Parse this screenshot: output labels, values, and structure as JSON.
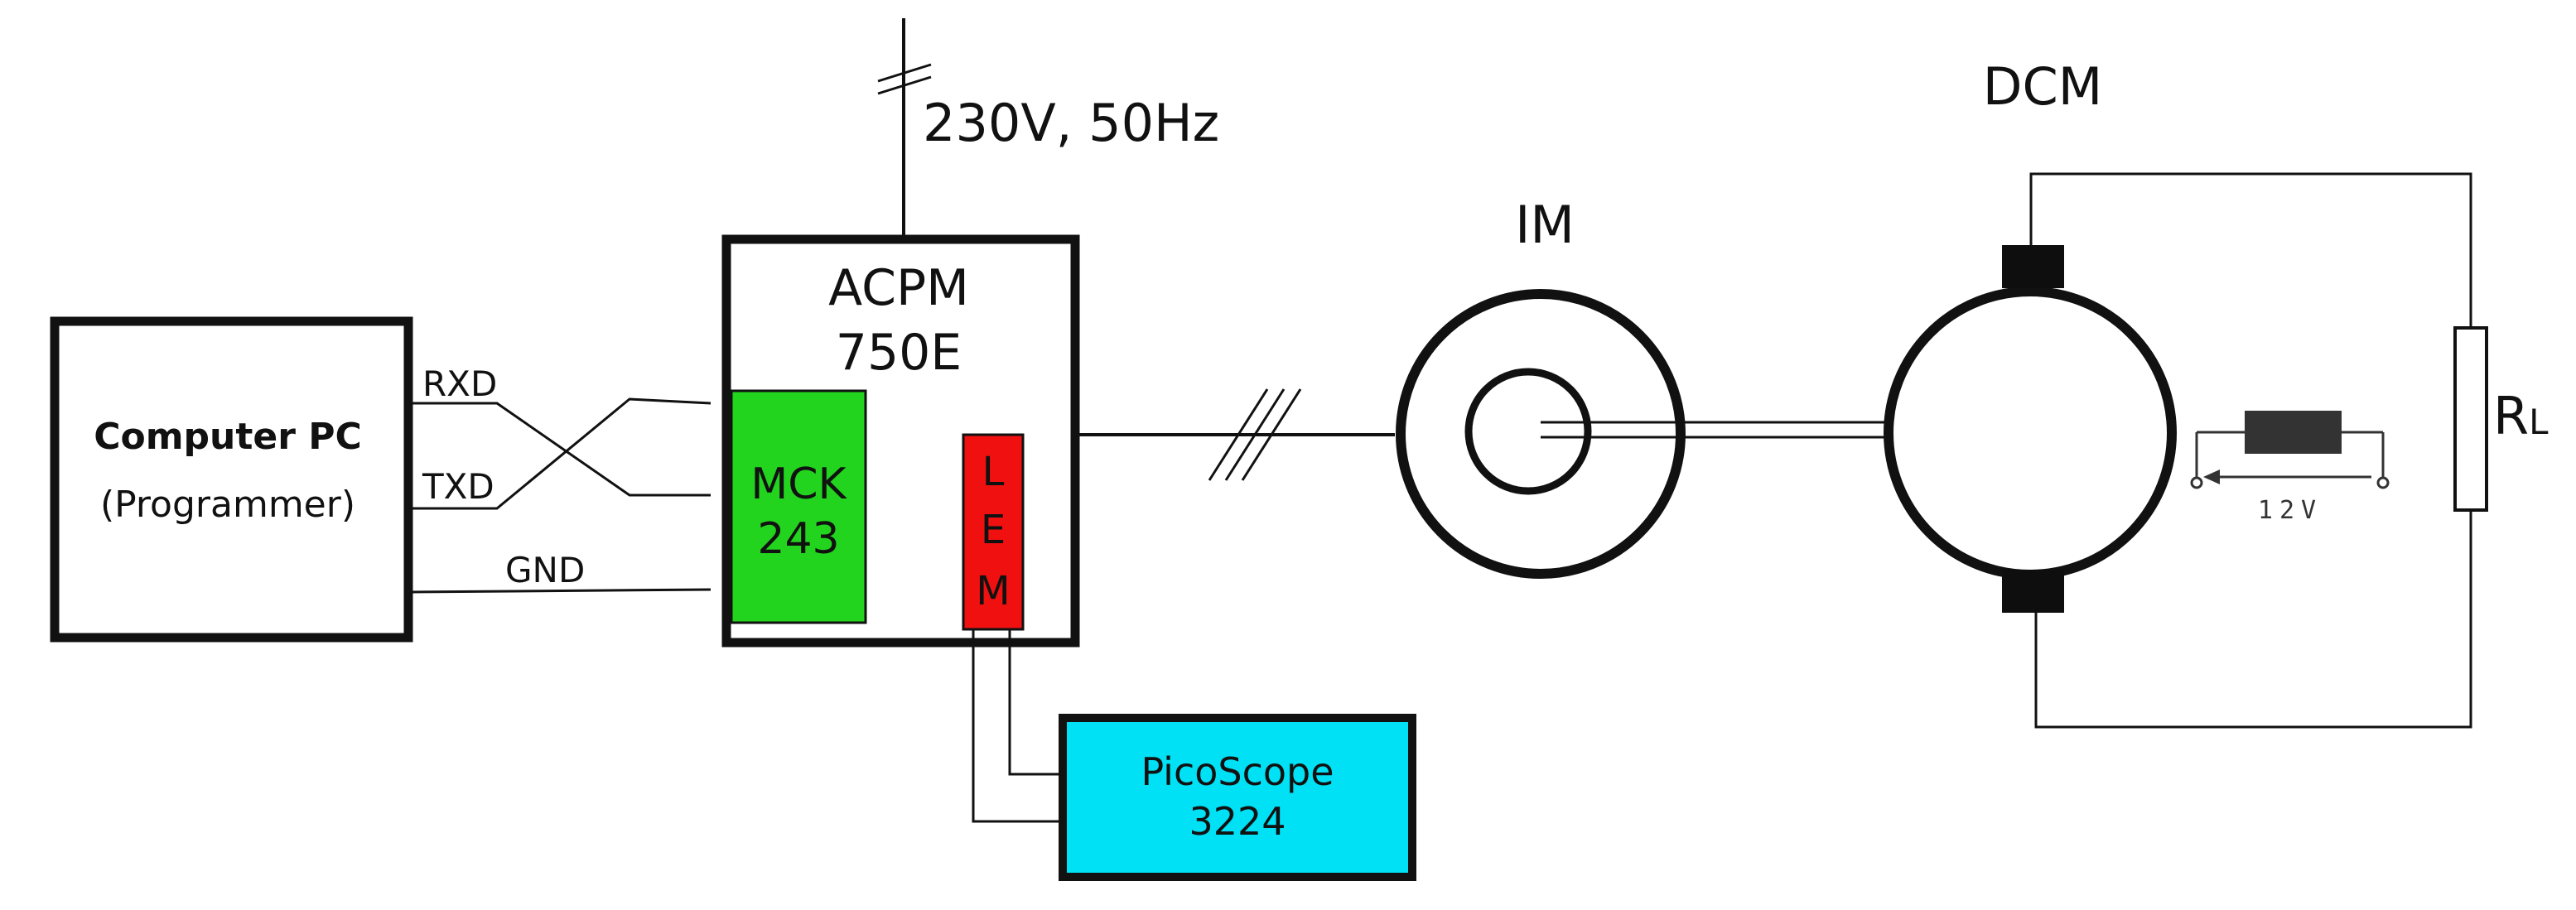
{
  "supply": {
    "label": "230V, 50Hz"
  },
  "computer": {
    "title": "Computer PC",
    "subtitle": "(Programmer)"
  },
  "signals": {
    "rxd": "RXD",
    "txd": "TXD",
    "gnd": "GND"
  },
  "acpm": {
    "line1": "ACPM",
    "line2": "750E"
  },
  "mck": {
    "line1": "MCK",
    "line2": "243",
    "color": "#22d41e"
  },
  "lem": {
    "letters": [
      "L",
      "E",
      "M"
    ],
    "color": "#f01010"
  },
  "picoscope": {
    "line1": "PicoScope",
    "line2": "3224",
    "color": "#00e1f5"
  },
  "im": {
    "label": "IM"
  },
  "dcm": {
    "label": "DCM"
  },
  "load": {
    "label": "R",
    "subscript": "L"
  },
  "battery": {
    "label": "12V"
  },
  "colors": {
    "line": "#111111",
    "brush": "#0e0e0e",
    "battery": "#333333"
  }
}
